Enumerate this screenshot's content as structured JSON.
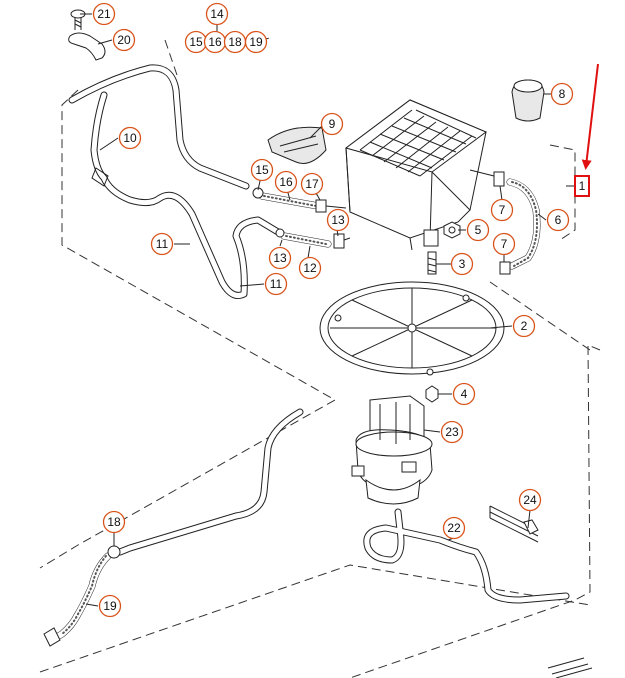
{
  "diagram": {
    "callouts": [
      {
        "id": "c21",
        "label": "21"
      },
      {
        "id": "c20",
        "label": "20"
      },
      {
        "id": "c14",
        "label": "14"
      },
      {
        "id": "c15a",
        "label": "15"
      },
      {
        "id": "c16a",
        "label": "16"
      },
      {
        "id": "c18a",
        "label": "18"
      },
      {
        "id": "c19a",
        "label": "19"
      },
      {
        "id": "c8",
        "label": "8"
      },
      {
        "id": "c9",
        "label": "9"
      },
      {
        "id": "c10",
        "label": "10"
      },
      {
        "id": "c15b",
        "label": "15"
      },
      {
        "id": "c16b",
        "label": "16"
      },
      {
        "id": "c17",
        "label": "17"
      },
      {
        "id": "c7a",
        "label": "7"
      },
      {
        "id": "c6",
        "label": "6"
      },
      {
        "id": "c13a",
        "label": "13"
      },
      {
        "id": "c5",
        "label": "5"
      },
      {
        "id": "c11a",
        "label": "11"
      },
      {
        "id": "c13b",
        "label": "13"
      },
      {
        "id": "c12",
        "label": "12"
      },
      {
        "id": "c7b",
        "label": "7"
      },
      {
        "id": "c3",
        "label": "3"
      },
      {
        "id": "c11b",
        "label": "11"
      },
      {
        "id": "c2",
        "label": "2"
      },
      {
        "id": "c4",
        "label": "4"
      },
      {
        "id": "c23",
        "label": "23"
      },
      {
        "id": "c24",
        "label": "24"
      },
      {
        "id": "c18b",
        "label": "18"
      },
      {
        "id": "c22",
        "label": "22"
      },
      {
        "id": "c19b",
        "label": "19"
      }
    ],
    "highlight_label": "1",
    "colors": {
      "callout_stroke": "#d9541a",
      "highlight": "#e01010",
      "line": "#222222"
    }
  }
}
